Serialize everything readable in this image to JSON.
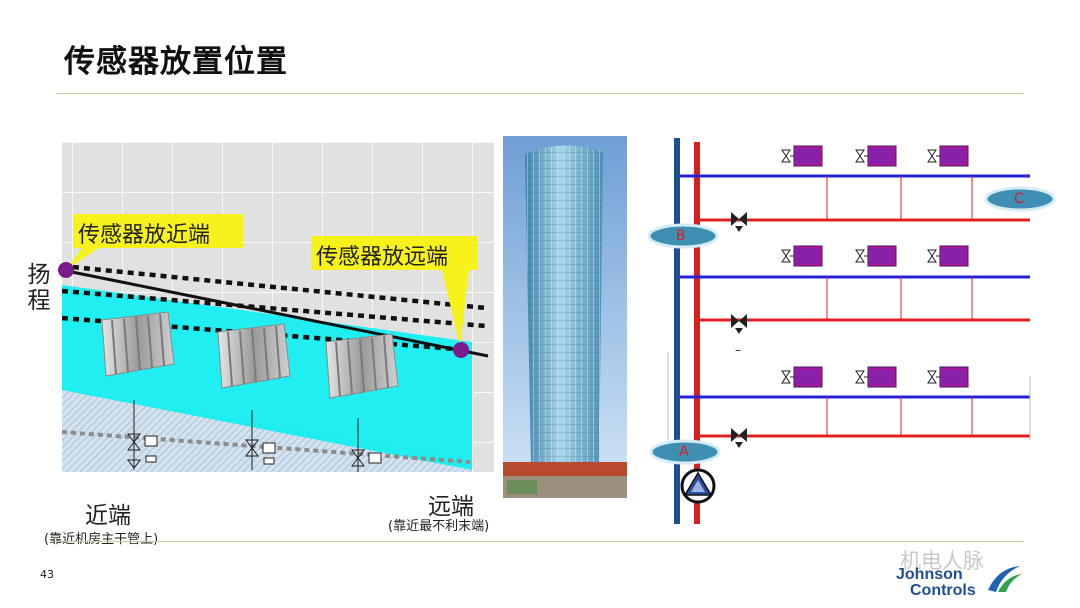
{
  "slide": {
    "title": "传感器放置位置",
    "page_number": "43"
  },
  "left_chart": {
    "y_axis_label": "扬程",
    "near_callout": "传感器放近端",
    "far_callout": "传感器放远端",
    "near_label": "近端",
    "near_note": "(靠近机房主干管上)",
    "far_label": "远端",
    "far_note": "(靠近最不利末端)"
  },
  "riser_diagram": {
    "marker_b": "B",
    "marker_c": "C",
    "marker_a": "A",
    "minus_mark": "–"
  },
  "footer": {
    "watermark": "机电人脉",
    "logo_line1": "Johnson",
    "logo_line2": "Controls"
  },
  "colors": {
    "supply": "#2323d6",
    "return": "#e02020",
    "riser_blue": "#1e4f93",
    "riser_red": "#d42020",
    "pressure_zone": "#15eef0",
    "sensor_point": "#7a1a8c"
  }
}
